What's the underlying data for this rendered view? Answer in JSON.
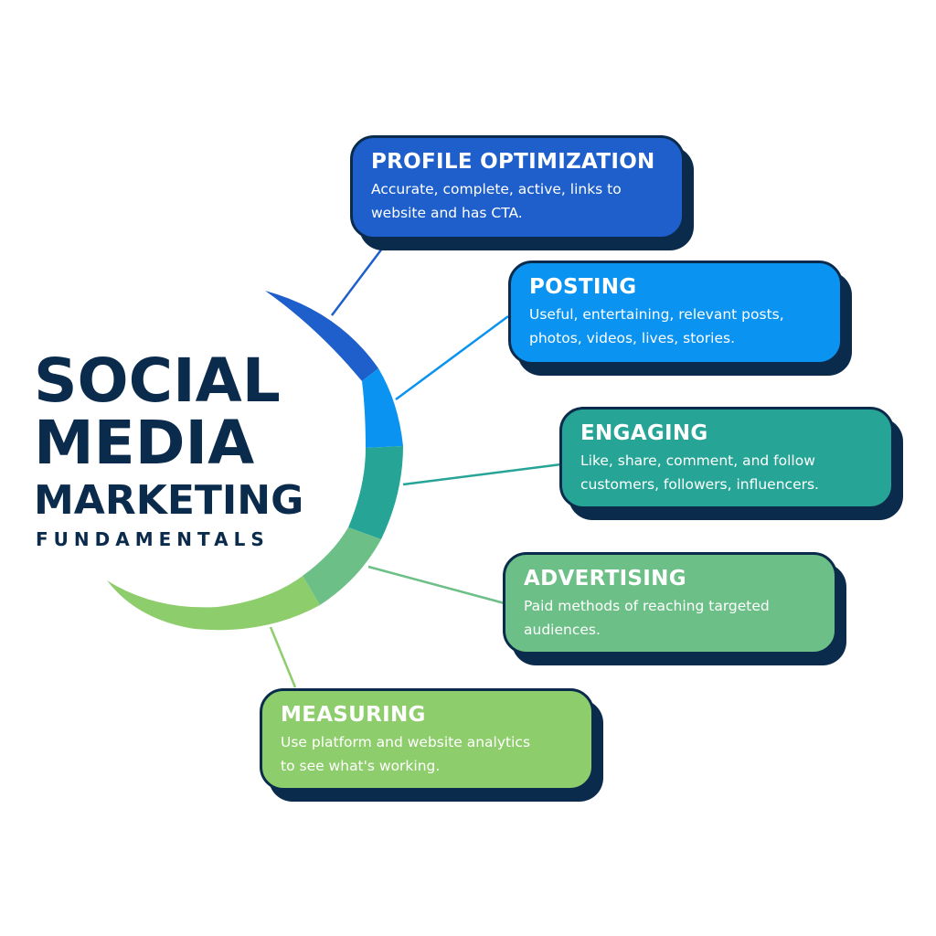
{
  "title": {
    "line1": "SOCIAL",
    "line2": "MEDIA",
    "line3": "MARKETING",
    "line4": "FUNDAMENTALS",
    "color": "#0b2b4c"
  },
  "cards": [
    {
      "title": "PROFILE OPTIMIZATION",
      "desc_line1": "Accurate, complete, active, links to",
      "desc_line2": "website and has CTA.",
      "color": "#1e5fcc"
    },
    {
      "title": "POSTING",
      "desc_line1": "Useful, entertaining, relevant posts,",
      "desc_line2": "photos, videos, lives, stories.",
      "color": "#0a93f0"
    },
    {
      "title": "ENGAGING",
      "desc_line1": "Like, share, comment, and follow",
      "desc_line2": "customers, followers, influencers.",
      "color": "#26a596"
    },
    {
      "title": "ADVERTISING",
      "desc_line1": "Paid methods of reaching targeted",
      "desc_line2": "audiences.",
      "color": "#6cbf86"
    },
    {
      "title": "MEASURING",
      "desc_line1": "Use platform and website analytics",
      "desc_line2": "to see what's working.",
      "color": "#8ecd6c"
    }
  ]
}
